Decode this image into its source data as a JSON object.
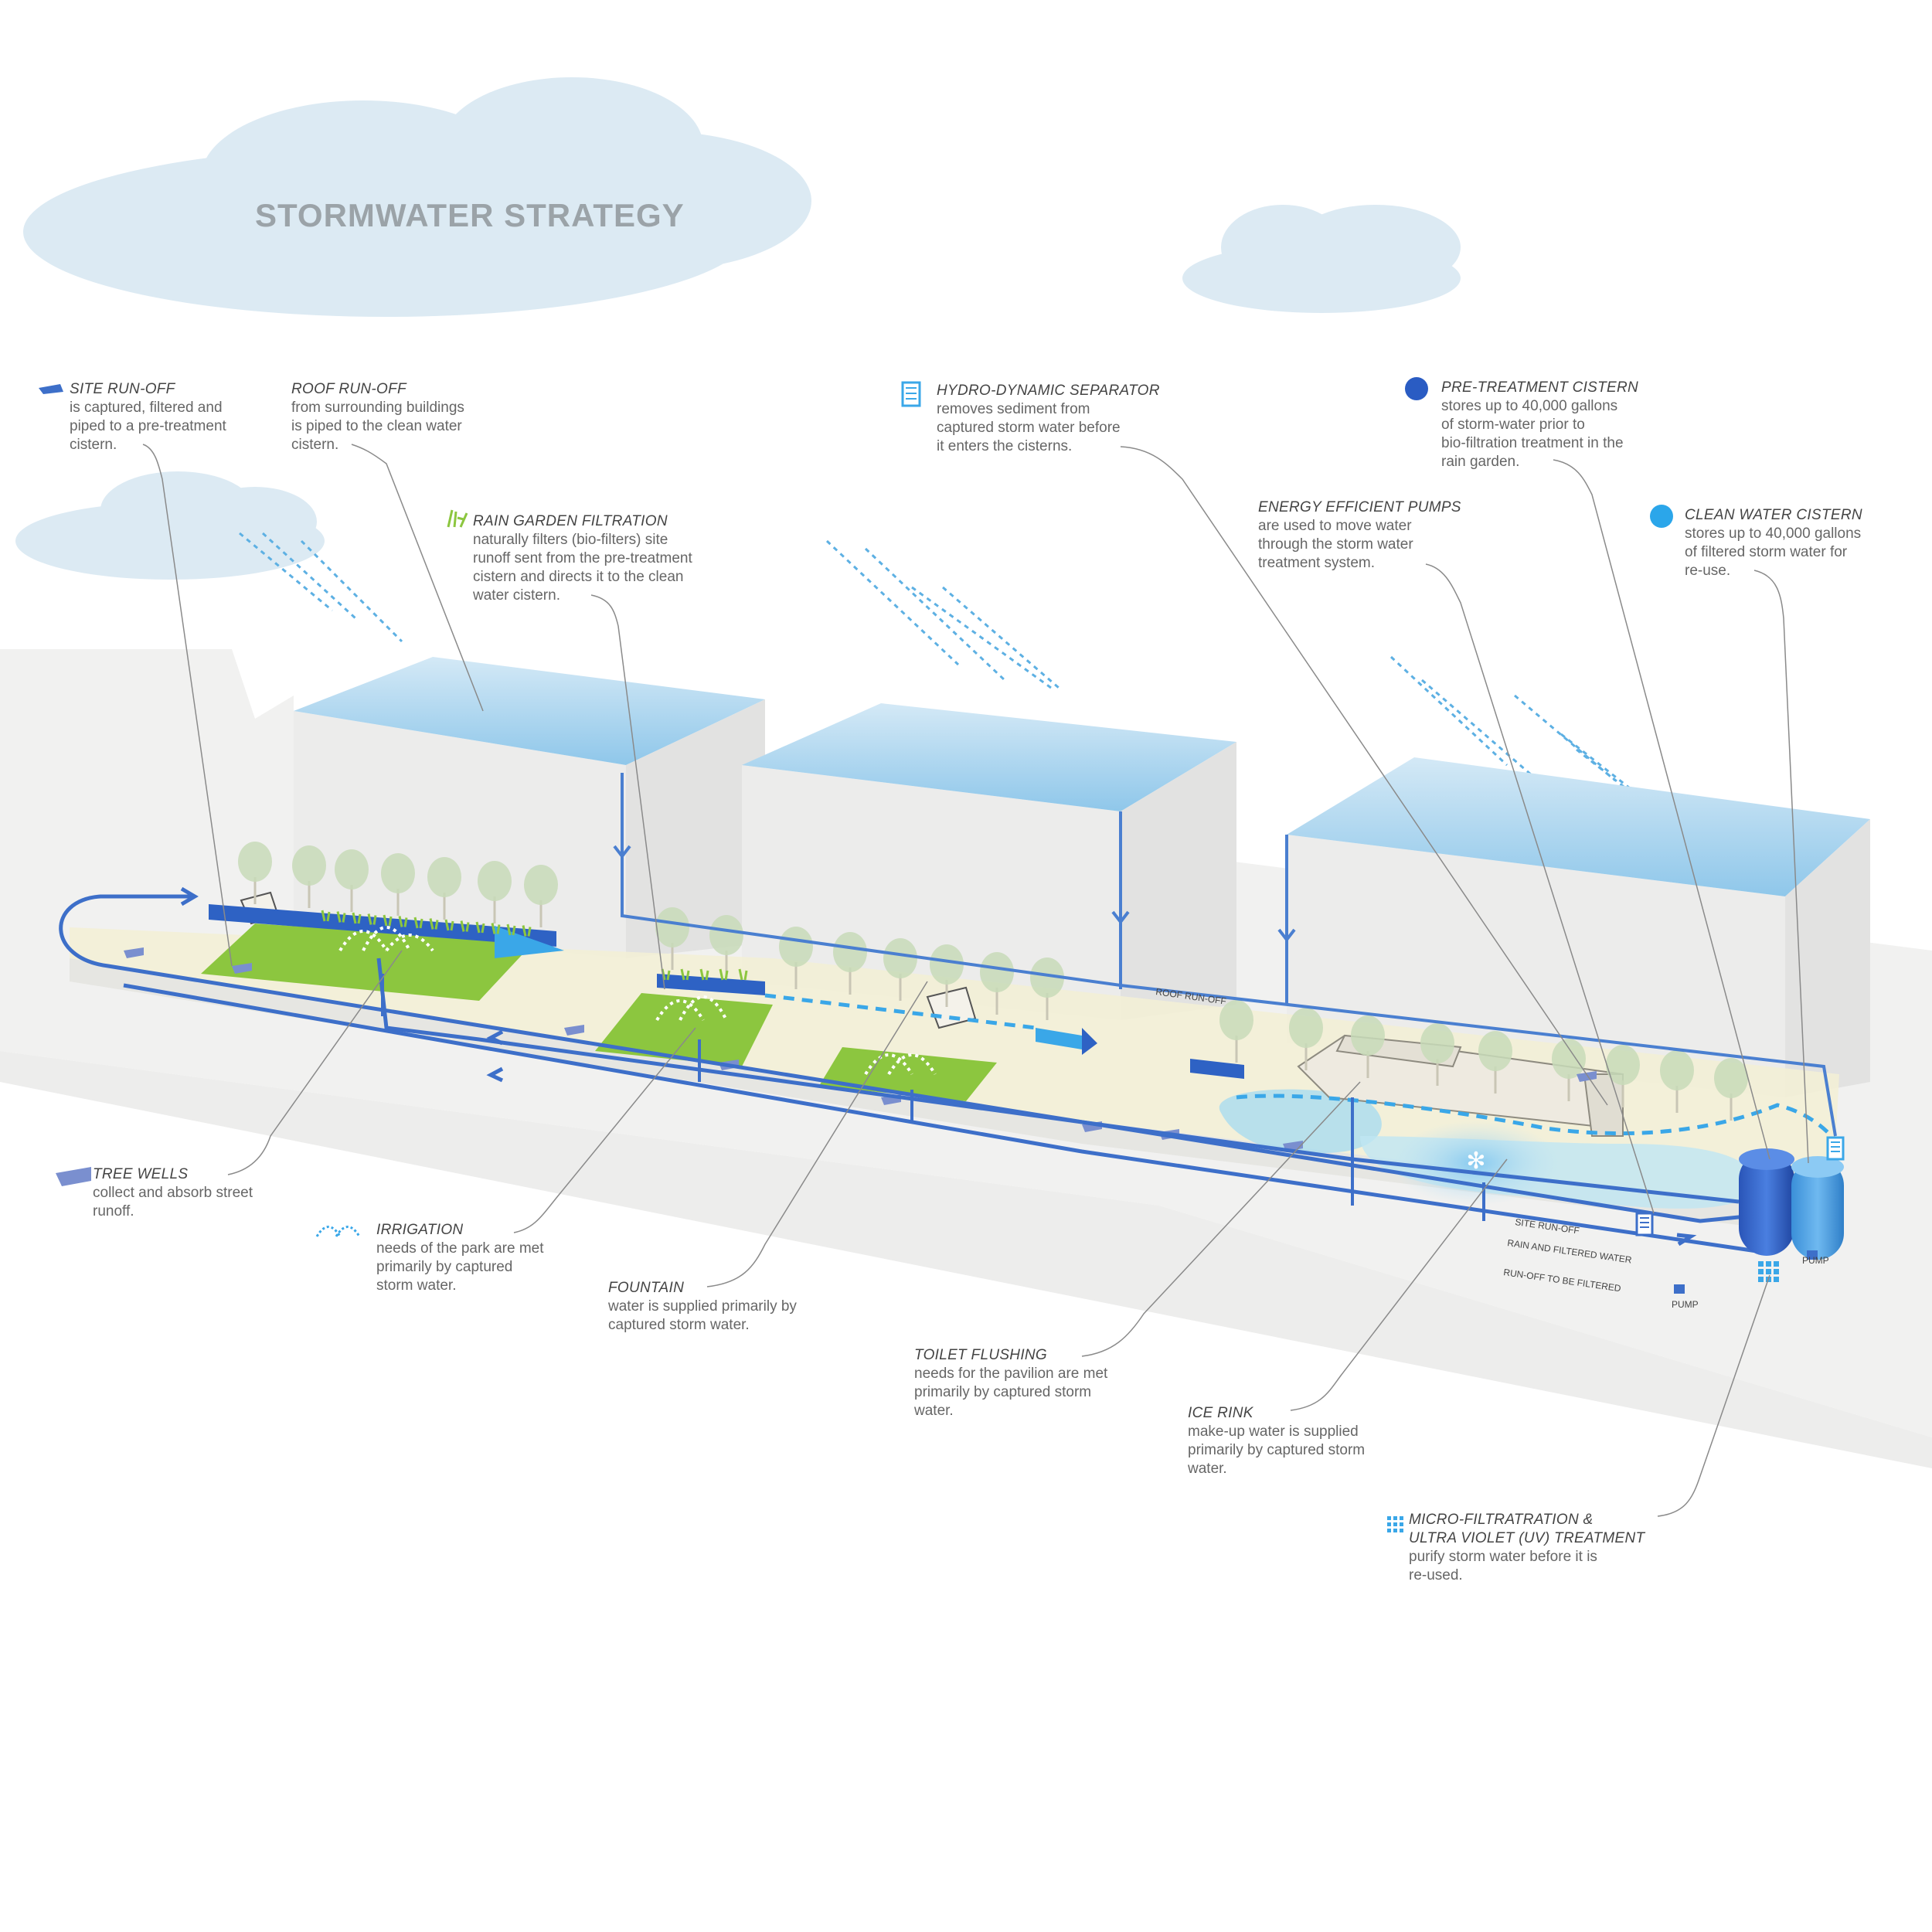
{
  "title": "STORMWATER STRATEGY",
  "colors": {
    "pipe_blue": "#3d6fc9",
    "light_blue": "#3aa7e8",
    "green": "#8cc63f",
    "cloud": "#dbeaf3",
    "text_heading": "#444444",
    "text_body": "#666666"
  },
  "callouts": {
    "site_runoff": {
      "heading": "SITE RUN-OFF",
      "body": "is captured, filtered and\npiped to a pre-treatment\ncistern.",
      "icon": "site-runoff-icon"
    },
    "roof_runoff": {
      "heading": "ROOF RUN-OFF",
      "body": "from surrounding buildings\nis piped to the clean water\ncistern."
    },
    "rain_garden": {
      "heading": "RAIN GARDEN FILTRATION",
      "body": "naturally filters (bio-filters) site\nrunoff sent from the pre-treatment\ncistern and directs it to the clean\nwater cistern.",
      "icon": "grass-icon"
    },
    "hydro_separator": {
      "heading": "HYDRO-DYNAMIC SEPARATOR",
      "body": "removes sediment from\ncaptured storm water before\nit enters the cisterns.",
      "icon": "separator-icon"
    },
    "energy_pumps": {
      "heading": "ENERGY EFFICIENT PUMPS",
      "body": "are used to move water\nthrough the storm water\ntreatment system."
    },
    "pretreatment_cistern": {
      "heading": "PRE-TREATMENT CISTERN",
      "body": "stores up to 40,000 gallons\nof storm-water prior to\nbio-filtration treatment in the\nrain garden.",
      "icon": "dark-blue-circle-icon"
    },
    "clean_cistern": {
      "heading": "CLEAN WATER CISTERN",
      "body": "stores up to 40,000 gallons\nof filtered storm water for\nre-use.",
      "icon": "light-blue-circle-icon"
    },
    "tree_wells": {
      "heading": "TREE WELLS",
      "body": "collect and absorb street\nrunoff.",
      "icon": "tree-well-icon"
    },
    "irrigation": {
      "heading": "IRRIGATION",
      "body": "needs of the park are met\nprimarily by captured\nstorm water.",
      "icon": "irrigation-icon"
    },
    "fountain": {
      "heading": "FOUNTAIN",
      "body": "water is supplied primarily by\ncaptured storm water."
    },
    "toilet": {
      "heading": "TOILET FLUSHING",
      "body": "needs for the pavilion are met\nprimarily by captured storm\nwater."
    },
    "ice_rink": {
      "heading": "ICE RINK",
      "body": "make-up water is supplied\nprimarily by captured storm\nwater."
    },
    "micro_filtration": {
      "heading": "MICRO-FILTRATRATION &\nULTRA VIOLET (UV) TREATMENT",
      "body": "purify storm water before it is\nre-used.",
      "icon": "filter-grid-icon"
    }
  },
  "diagram_labels": {
    "roof_runoff_pipe": "ROOF RUN-OFF",
    "site_runoff_pipe": "SITE RUN-OFF",
    "rain_filtered_pipe": "RAIN AND FILTERED WATER",
    "runoff_filter_pipe": "RUN-OFF TO BE FILTERED",
    "pump_1": "PUMP",
    "pump_2": "PUMP"
  }
}
